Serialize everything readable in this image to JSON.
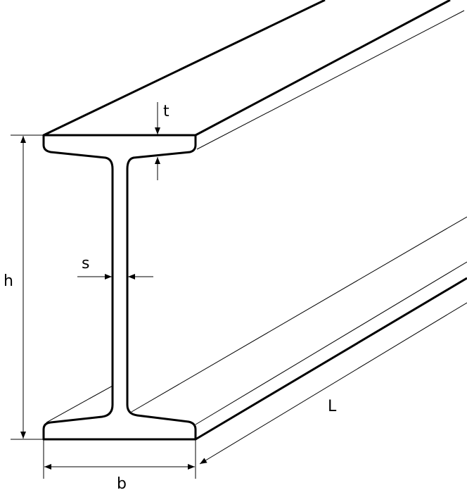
{
  "diagram": {
    "labels": {
      "thickness_flange": "t",
      "thickness_web": "s",
      "height": "h",
      "width": "b",
      "length": "L"
    },
    "colors": {
      "stroke": "#000000",
      "background": "#ffffff"
    }
  }
}
